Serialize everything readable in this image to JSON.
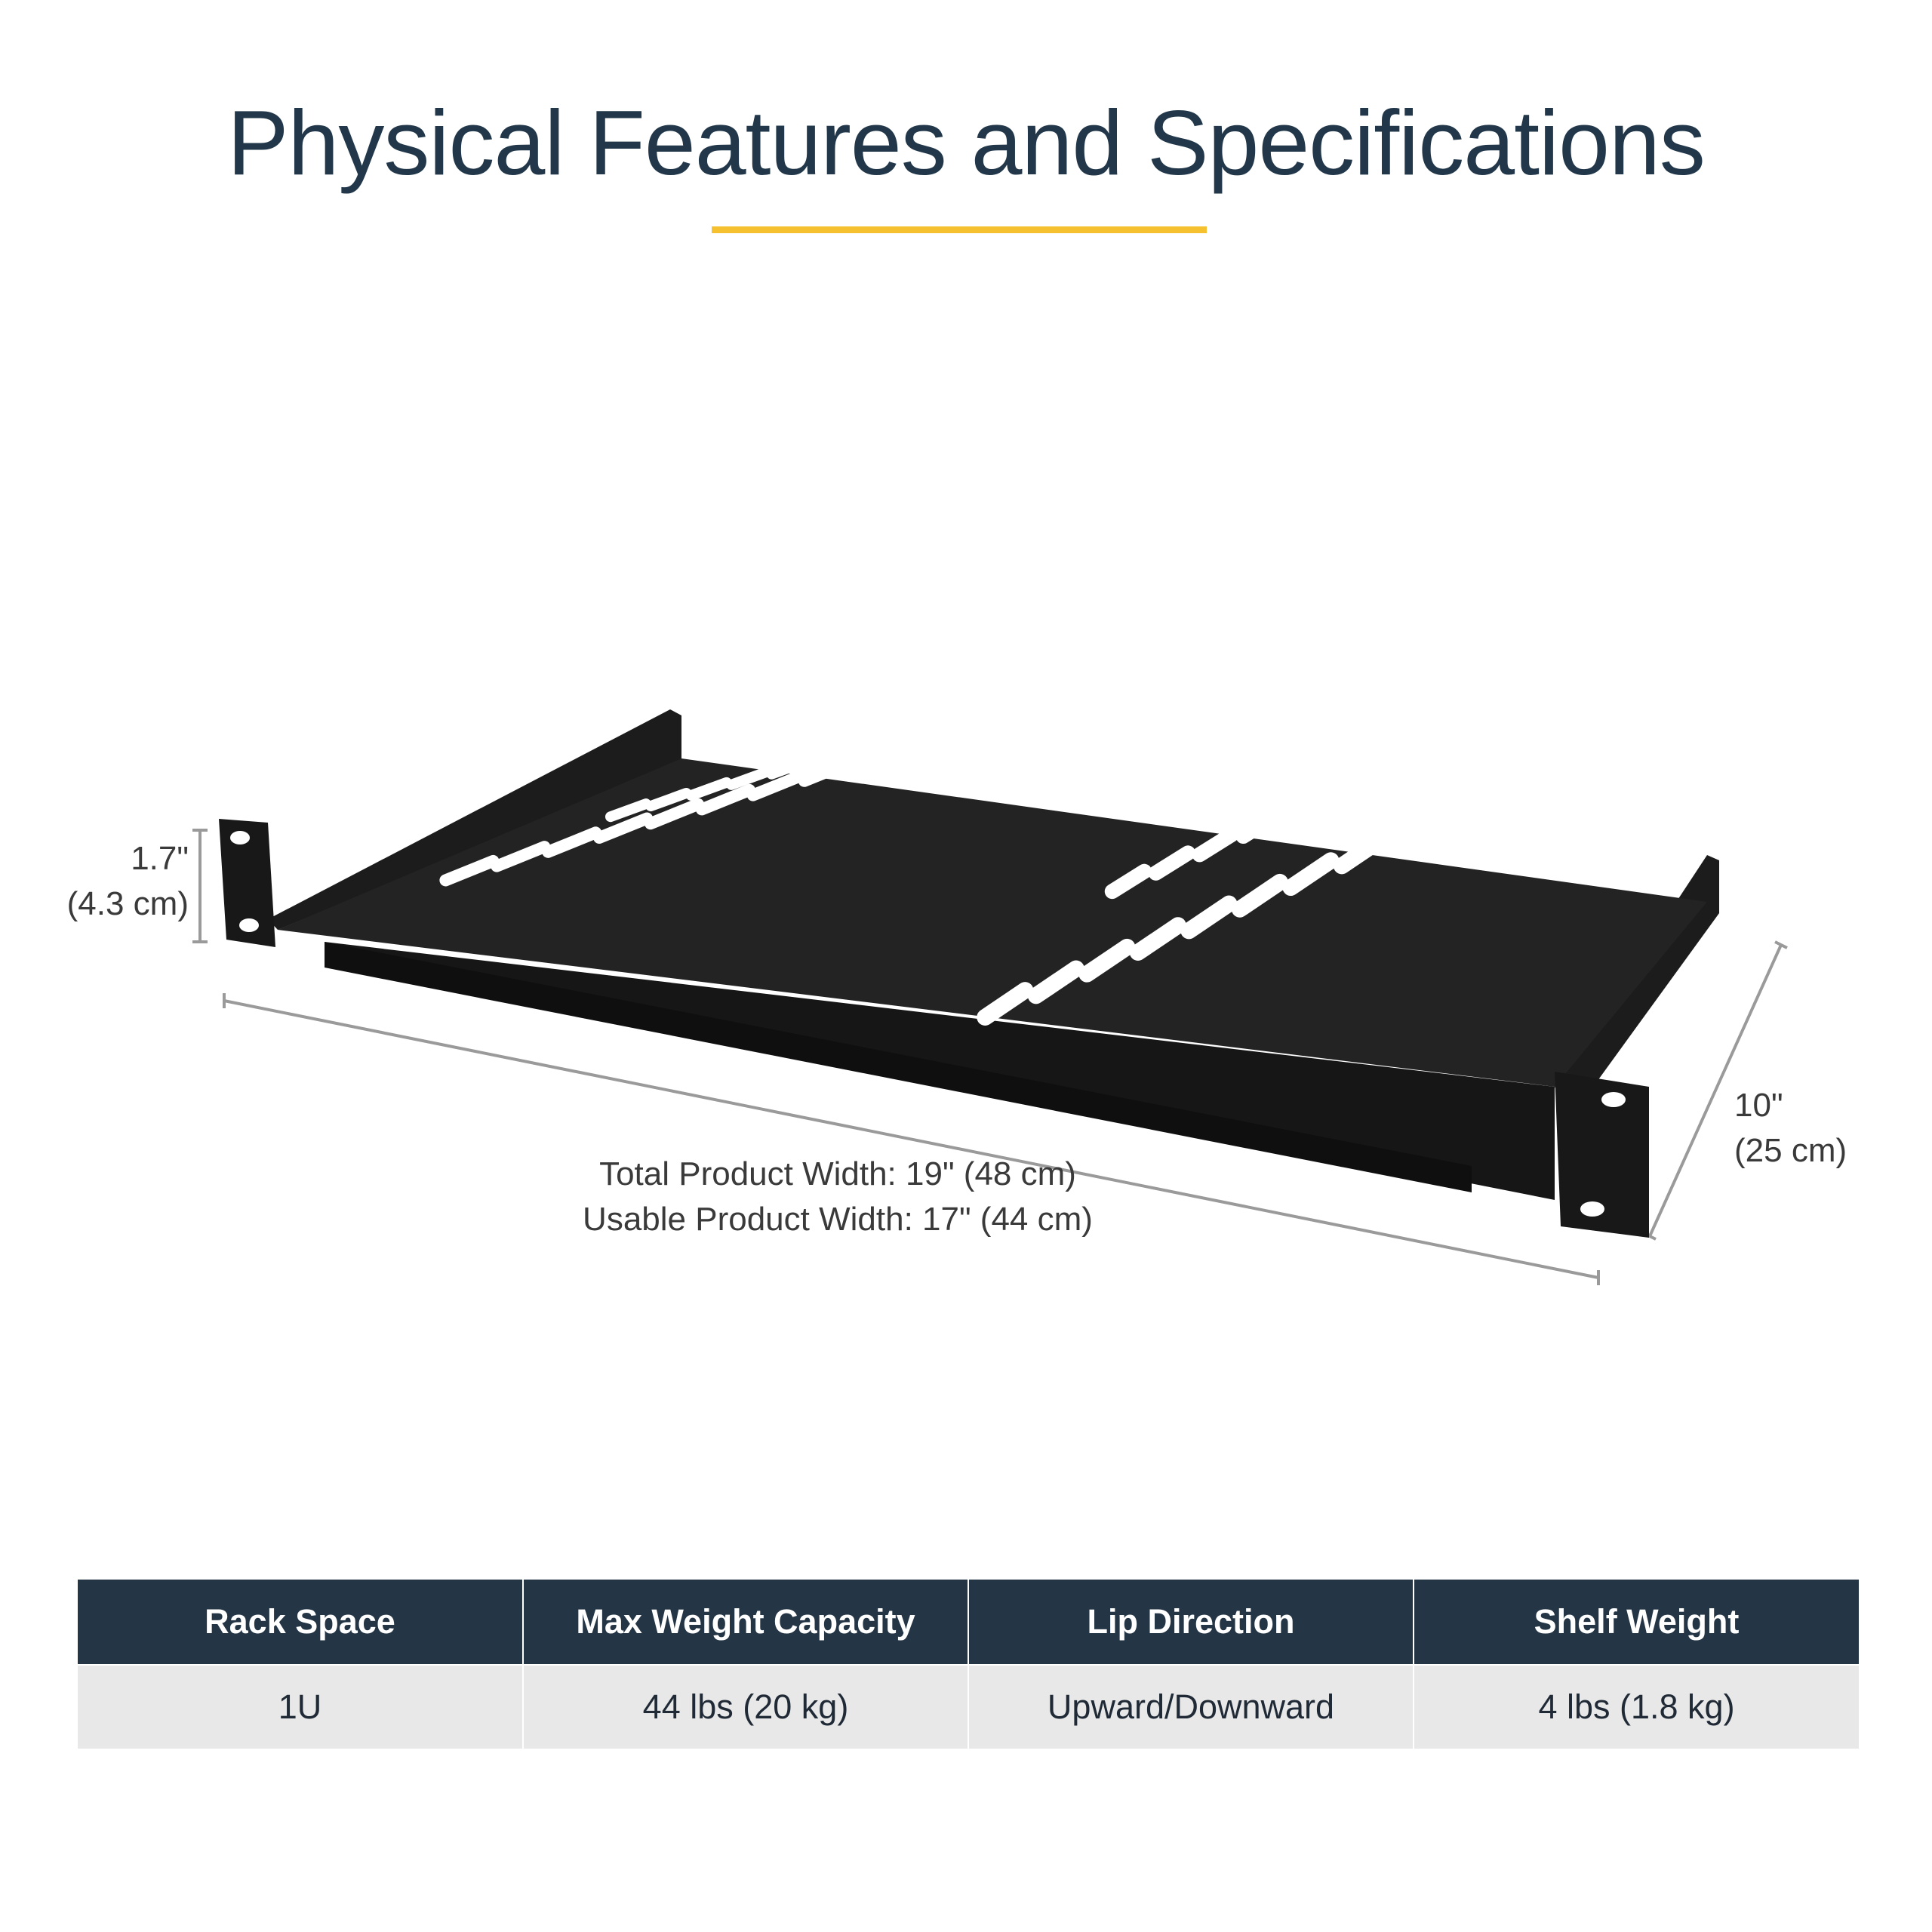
{
  "header": {
    "title": "Physical Features and Specifications",
    "accent_color": "#f5c130"
  },
  "dimensions": {
    "height": {
      "line1": "1.7\"",
      "line2": "(4.3 cm)"
    },
    "depth": {
      "line1": "10\"",
      "line2": "(25 cm)"
    },
    "width": {
      "line1": "Total Product Width: 19\" (48 cm)",
      "line2": "Usable Product Width: 17\" (44 cm)"
    }
  },
  "product_image": {
    "description_icon": "rack-shelf-illustration",
    "color": "#1a1a1a"
  },
  "specs_table": {
    "header_color": "#243546",
    "row_color": "#e8e8e8",
    "columns": [
      "Rack Space",
      "Max Weight Capacity",
      "Lip Direction",
      "Shelf Weight"
    ],
    "values": [
      "1U",
      "44 lbs (20 kg)",
      "Upward/Downward",
      "4 lbs (1.8 kg)"
    ]
  }
}
